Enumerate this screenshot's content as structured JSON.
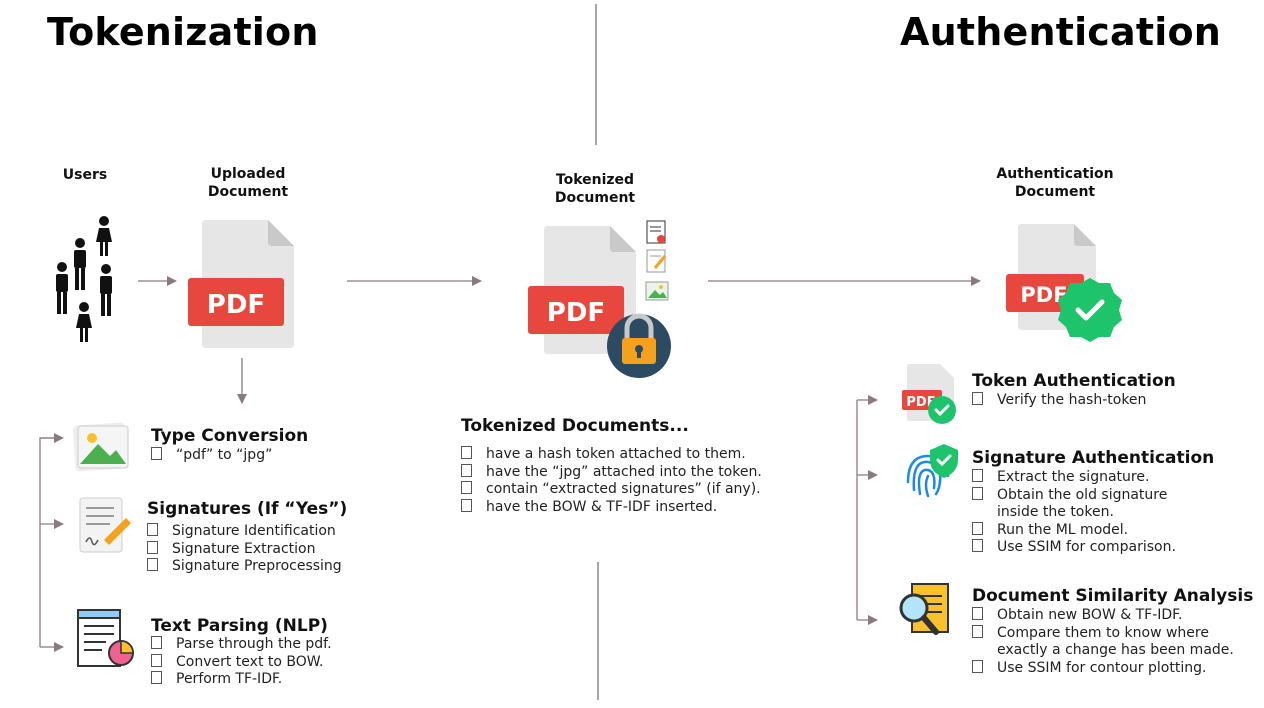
{
  "left_title": "Tokenization",
  "right_title": "Authentication",
  "flow": {
    "users": "Users",
    "uploaded": [
      "Uploaded",
      "Document"
    ],
    "tokenized": [
      "Tokenized",
      "Document"
    ],
    "authentication": [
      "Authentication",
      "Document"
    ]
  },
  "pdf_text": "PDF",
  "type_conversion": {
    "title": "Type Conversion",
    "items": [
      "“pdf” to “jpg”"
    ]
  },
  "signatures": {
    "title": "Signatures (If “Yes”)",
    "items": [
      "Signature Identification",
      "Signature Extraction",
      "Signature Preprocessing"
    ]
  },
  "text_parsing": {
    "title": "Text Parsing (NLP)",
    "items": [
      "Parse through the pdf.",
      "Convert text to BOW.",
      "Perform TF-IDF."
    ]
  },
  "tokenized_docs": {
    "title": "Tokenized Documents...",
    "items": [
      "have a hash token attached to them.",
      "have the “jpg” attached into the token.",
      "contain “extracted signatures” (if any).",
      "have the BOW & TF-IDF inserted."
    ]
  },
  "token_auth": {
    "title": "Token Authentication",
    "items": [
      "Verify the hash-token"
    ]
  },
  "signature_auth": {
    "title": "Signature Authentication",
    "items": [
      "Extract the signature.",
      "Obtain the old signature",
      "inside the token.",
      "Run the ML model.",
      "Use SSIM for comparison."
    ]
  },
  "doc_similarity": {
    "title": "Document Similarity Analysis",
    "items": [
      "Obtain new BOW & TF-IDF.",
      "Compare them to know where",
      "exactly a change has been made.",
      "Use SSIM for contour plotting."
    ]
  },
  "colors": {
    "pdf_red": "#e8473d",
    "check_green": "#1ec46b",
    "arrow": "#8a7a80",
    "lock_orange": "#f4a11e",
    "lock_navy": "#2d4a63"
  }
}
